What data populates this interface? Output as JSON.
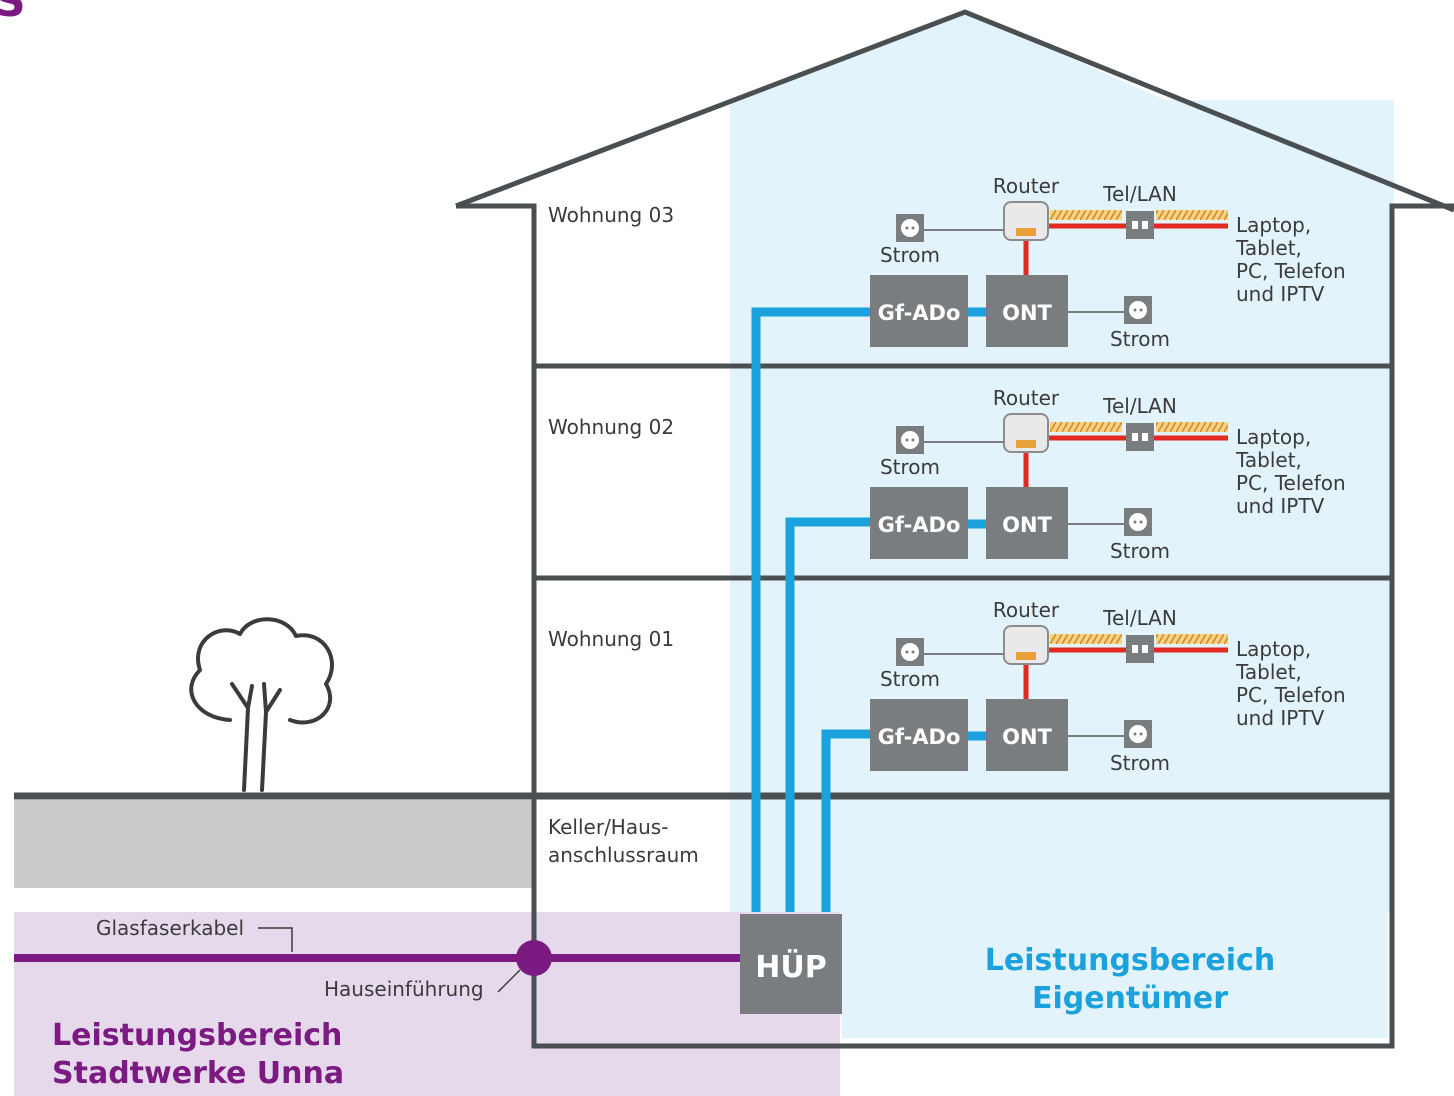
{
  "header_fragment": "S",
  "left_fragment": ")",
  "basement": {
    "label_line1": "Keller/Haus-",
    "label_line2": "anschlussraum"
  },
  "hup": {
    "label": "HÜP"
  },
  "cable": {
    "fiber_label": "Glasfaserkabel",
    "entry_label": "Hauseinführung"
  },
  "areas": {
    "owner": {
      "line1": "Leistungsbereich",
      "line2": "Eigentümer",
      "color": "#1ba1dc"
    },
    "utility": {
      "line1": "Leistungsbereich",
      "line2": "Stadtwerke Unna",
      "color": "#7b1a80"
    }
  },
  "floors": [
    {
      "name": "Wohnung 03",
      "router": "Router",
      "tel_lan": "Tel/LAN",
      "strom_router": "Strom",
      "strom_ont": "Strom",
      "gf_ado": "Gf-ADo",
      "ont": "ONT",
      "devices": [
        "Laptop,",
        "Tablet,",
        "PC, Telefon",
        "und IPTV"
      ]
    },
    {
      "name": "Wohnung 02",
      "router": "Router",
      "tel_lan": "Tel/LAN",
      "strom_router": "Strom",
      "strom_ont": "Strom",
      "gf_ado": "Gf-ADo",
      "ont": "ONT",
      "devices": [
        "Laptop,",
        "Tablet,",
        "PC, Telefon",
        "und IPTV"
      ]
    },
    {
      "name": "Wohnung 01",
      "router": "Router",
      "tel_lan": "Tel/LAN",
      "strom_router": "Strom",
      "strom_ont": "Strom",
      "gf_ado": "Gf-ADo",
      "ont": "ONT",
      "devices": [
        "Laptop,",
        "Tablet,",
        "PC, Telefon",
        "und IPTV"
      ]
    }
  ],
  "colors": {
    "owner_bg": "#e3f3fc",
    "utility_bg": "#e7d9ec",
    "ground": "#c9cbcc",
    "wall": "#4a4f52",
    "device_box": "#7a7d80",
    "fiber_blue": "#1ba1dc",
    "lan_red": "#e02a22",
    "fiber_purple": "#7b1a80",
    "copper": "#e8a13a"
  }
}
